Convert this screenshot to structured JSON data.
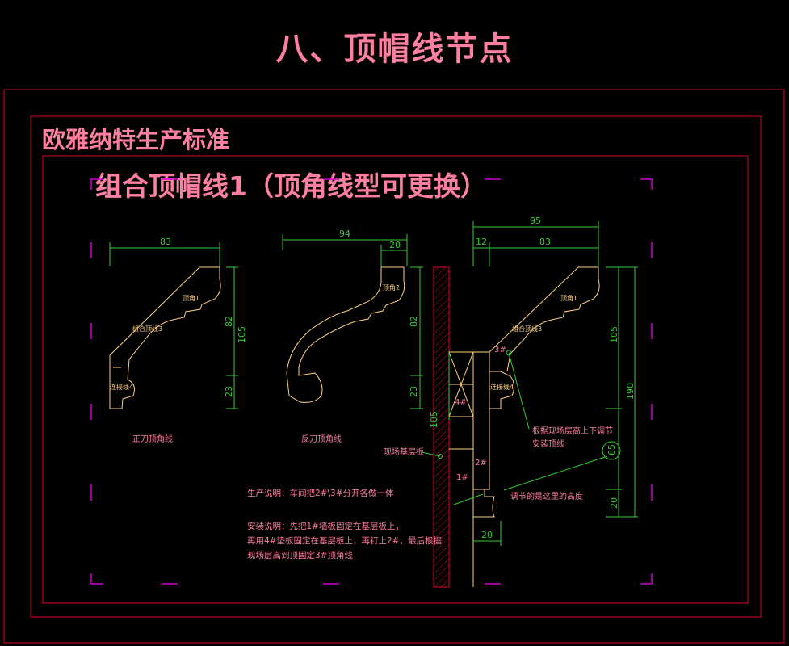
{
  "title": "八、顶帽线节点",
  "company": "欧雅纳特生产标准",
  "subtitle": "组合顶帽线1（顶角线型可更换）",
  "profile_left": {
    "width": "83",
    "height_upper": "82",
    "height_total": "105",
    "height_lower": "23",
    "part_top": "顶角1",
    "part_mid": "组合顶线3",
    "part_bottom": "连接线4",
    "caption": "正刀顶角线"
  },
  "profile_middle": {
    "width": "94",
    "width_top": "20",
    "height_upper": "82",
    "height_lower": "23",
    "part_top": "顶角2",
    "caption": "反刀顶角线"
  },
  "assembly": {
    "width_total": "95",
    "width_left": "12",
    "width_right": "83",
    "height_upper": "105",
    "height_total": "190",
    "height_mid": "65",
    "height_bottom": "20",
    "width_bottom": "20",
    "depth": "105",
    "part_1": "1#",
    "part_2": "2#",
    "part_3": "3#",
    "part_4": "4#",
    "part_top": "顶角1",
    "part_mid": "组合顶线3",
    "part_bottom": "连接线4",
    "label_base": "现场基层板",
    "label_adjust": "根据现场层高上下调节",
    "label_adjust2": "安装顶线",
    "label_height": "调节的是这里的高度"
  },
  "notes": {
    "production": "生产说明：车间把2#\\3#分开各做一体",
    "install_1": "安装说明：先把1#墙板固定在基层板上，",
    "install_2": "再用4#垫板固定在基层板上，再钉上2#，最后根据",
    "install_3": "现场层高到顶固定3#顶角线"
  },
  "colors": {
    "pink": "#ff7fa0",
    "red": "#e0002a",
    "green": "#33cc33",
    "yellow": "#ffd27f",
    "magenta": "#d000d0"
  }
}
